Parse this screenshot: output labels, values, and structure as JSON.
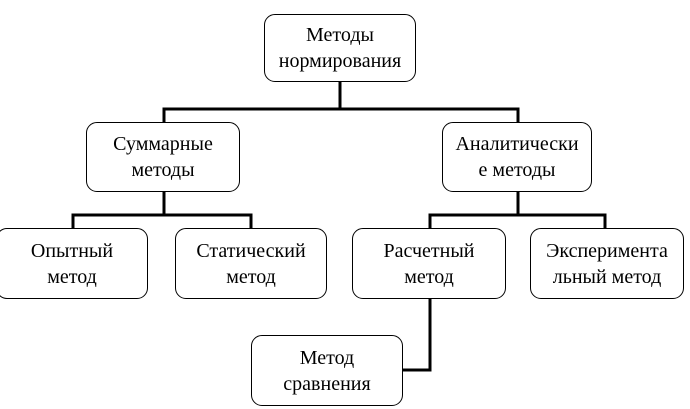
{
  "diagram": {
    "root": {
      "line1": "Методы",
      "line2": "нормирования"
    },
    "summary": {
      "line1": "Суммарные",
      "line2": "методы"
    },
    "analytic": {
      "line1": "Аналитически",
      "line2": "е методы"
    },
    "experienced": {
      "line1": "Опытный",
      "line2": "метод"
    },
    "statistical": {
      "line1": "Статический",
      "line2": "метод"
    },
    "calculated": {
      "line1": "Расчетный",
      "line2": "метод"
    },
    "experimental": {
      "line1": "Эксперимента",
      "line2": "льный метод"
    },
    "comparison": {
      "line1": "Метод",
      "line2": "сравнения"
    },
    "line_color": "#000000"
  }
}
